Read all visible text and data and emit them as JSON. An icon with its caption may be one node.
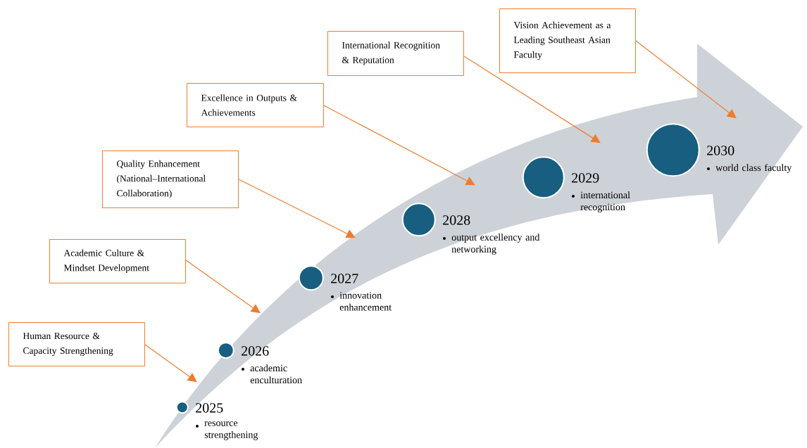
{
  "diagram": {
    "nodes": [
      {
        "text": [],
        "shape": "arrow"
      },
      {
        "text": [],
        "shape": "circle",
        "in": 0,
        "beside": [
          "2025",
          "resource strengthening"
        ]
      },
      {
        "text": [],
        "shape": "circle",
        "in": 0,
        "beside": [
          "2026",
          "academic enculturation"
        ]
      },
      {
        "text": [],
        "shape": "circle",
        "in": 0,
        "beside": [
          "2027",
          "innovation enhancement"
        ]
      },
      {
        "text": [],
        "shape": "circle",
        "in": 0,
        "beside": [
          "2028",
          "output excellency and networking"
        ]
      },
      {
        "text": [],
        "shape": "circle",
        "in": 0,
        "beside": [
          "2029",
          "international recognition"
        ]
      },
      {
        "text": [],
        "shape": "circle",
        "in": 0,
        "beside": [
          "2030",
          "world class faculty"
        ]
      },
      {
        "text": [
          "Human Resource & Capacity Strengthening"
        ]
      },
      {
        "text": [
          "Academic Culture & Mindset Development"
        ]
      },
      {
        "text": [
          "Quality Enhancement (National–International Collaboration)"
        ]
      },
      {
        "text": [
          "Excellence in Outputs & Achievements"
        ]
      },
      {
        "text": [
          "International Recognition & Reputation"
        ]
      },
      {
        "text": [
          "Vision Achievement as a Leading Southeast Asian Faculty"
        ]
      }
    ],
    "edges": [
      {
        "from": 7,
        "to": 0,
        "arrow": "to"
      },
      {
        "from": 8,
        "to": 0,
        "arrow": "to"
      },
      {
        "from": 9,
        "to": 0,
        "arrow": "to"
      },
      {
        "from": 10,
        "to": 0,
        "arrow": "to"
      },
      {
        "from": 11,
        "to": 0,
        "arrow": "to"
      },
      {
        "from": 12,
        "to": 0,
        "arrow": "to"
      }
    ]
  }
}
